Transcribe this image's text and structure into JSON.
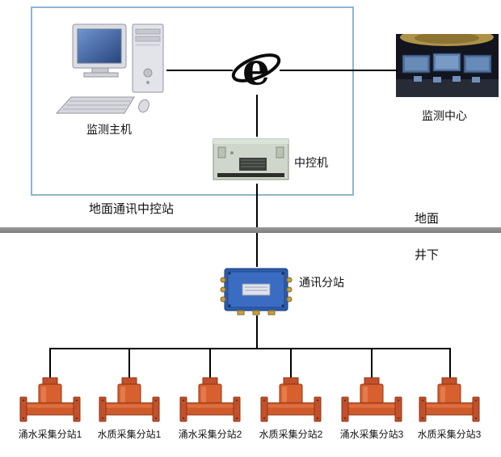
{
  "labels": {
    "ground_station": "地面通讯中控站",
    "surface": "地面",
    "underground": "井下"
  },
  "nodes": {
    "monitor_host": "监测主机",
    "monitor_center": "监测中心",
    "control_machine": "中控机",
    "comm_substation": "通讯分站"
  },
  "devices": [
    {
      "label": "涌水采集分站1"
    },
    {
      "label": "水质采集分站1"
    },
    {
      "label": "涌水采集分站2"
    },
    {
      "label": "水质采集分站2"
    },
    {
      "label": "涌水采集分站3"
    },
    {
      "label": "水质采集分站3"
    }
  ],
  "colors": {
    "box_border": "#8fb4d0",
    "connector_line": "#000000",
    "divider_gray": "#8a8a8a",
    "device_orange": "#d55a2e",
    "substation_blue": "#2b5cb0"
  }
}
